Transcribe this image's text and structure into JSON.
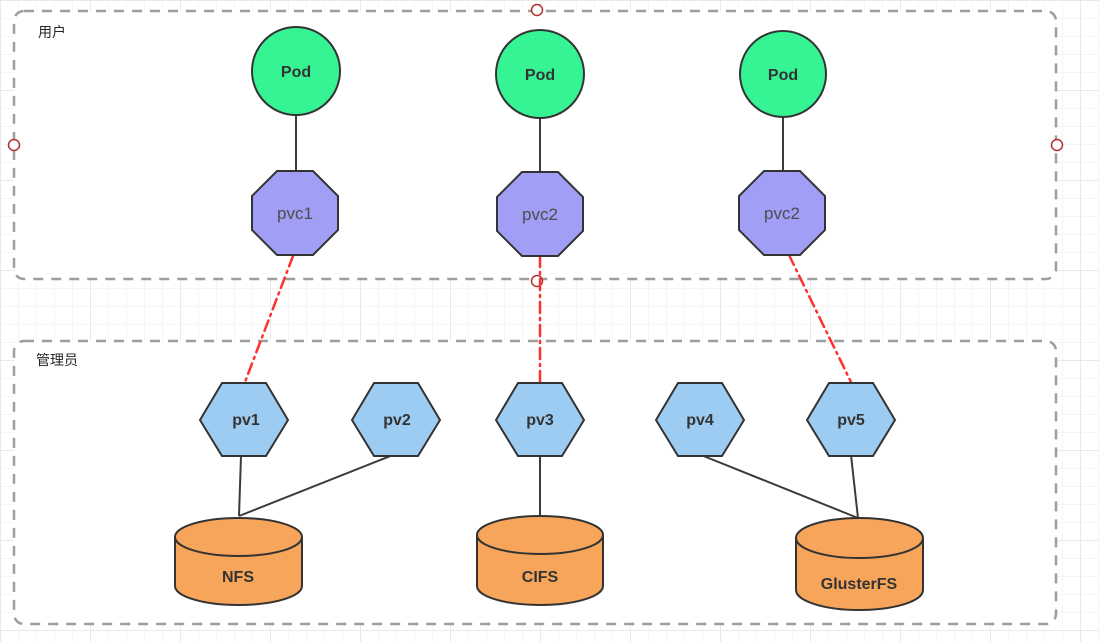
{
  "diagram": {
    "groups": {
      "users": {
        "label": "用户"
      },
      "admins": {
        "label": "管理员"
      }
    },
    "nodes": {
      "pods": [
        {
          "id": "pod-1",
          "label": "Pod"
        },
        {
          "id": "pod-2",
          "label": "Pod"
        },
        {
          "id": "pod-3",
          "label": "Pod"
        }
      ],
      "pvcs": [
        {
          "id": "pvc-1",
          "label": "pvc1"
        },
        {
          "id": "pvc-2",
          "label": "pvc2"
        },
        {
          "id": "pvc-3",
          "label": "pvc2"
        }
      ],
      "pvs": [
        {
          "id": "pv-1",
          "label": "pv1"
        },
        {
          "id": "pv-2",
          "label": "pv2"
        },
        {
          "id": "pv-3",
          "label": "pv3"
        },
        {
          "id": "pv-4",
          "label": "pv4"
        },
        {
          "id": "pv-5",
          "label": "pv5"
        }
      ],
      "storage": [
        {
          "id": "nfs",
          "label": "NFS"
        },
        {
          "id": "cifs",
          "label": "CIFS"
        },
        {
          "id": "glusterfs",
          "label": "GlusterFS"
        }
      ]
    },
    "edges": [
      {
        "from": "pod-1",
        "to": "pvc-1",
        "style": "solid"
      },
      {
        "from": "pod-2",
        "to": "pvc-2",
        "style": "solid"
      },
      {
        "from": "pod-3",
        "to": "pvc-3",
        "style": "solid"
      },
      {
        "from": "pvc-1",
        "to": "pv-1",
        "style": "red-dashdot"
      },
      {
        "from": "pvc-2",
        "to": "pv-3",
        "style": "red-dashdot"
      },
      {
        "from": "pvc-3",
        "to": "pv-5",
        "style": "red-dashdot"
      },
      {
        "from": "pv-1",
        "to": "nfs",
        "style": "solid"
      },
      {
        "from": "pv-2",
        "to": "nfs",
        "style": "solid"
      },
      {
        "from": "pv-3",
        "to": "cifs",
        "style": "solid"
      },
      {
        "from": "pv-4",
        "to": "glusterfs",
        "style": "solid"
      },
      {
        "from": "pv-5",
        "to": "glusterfs",
        "style": "solid"
      }
    ],
    "colors": {
      "pod_fill": "#36F493",
      "pvc_fill": "#A09EF5",
      "pv_fill": "#9DCCF2",
      "storage_fill": "#F8A55C",
      "shape_stroke": "#333333",
      "group_border": "#9E9E9E",
      "solid_edge": "#3B3B3B",
      "claim_edge": "#FF3030",
      "marker_stroke": "#B03030"
    }
  }
}
